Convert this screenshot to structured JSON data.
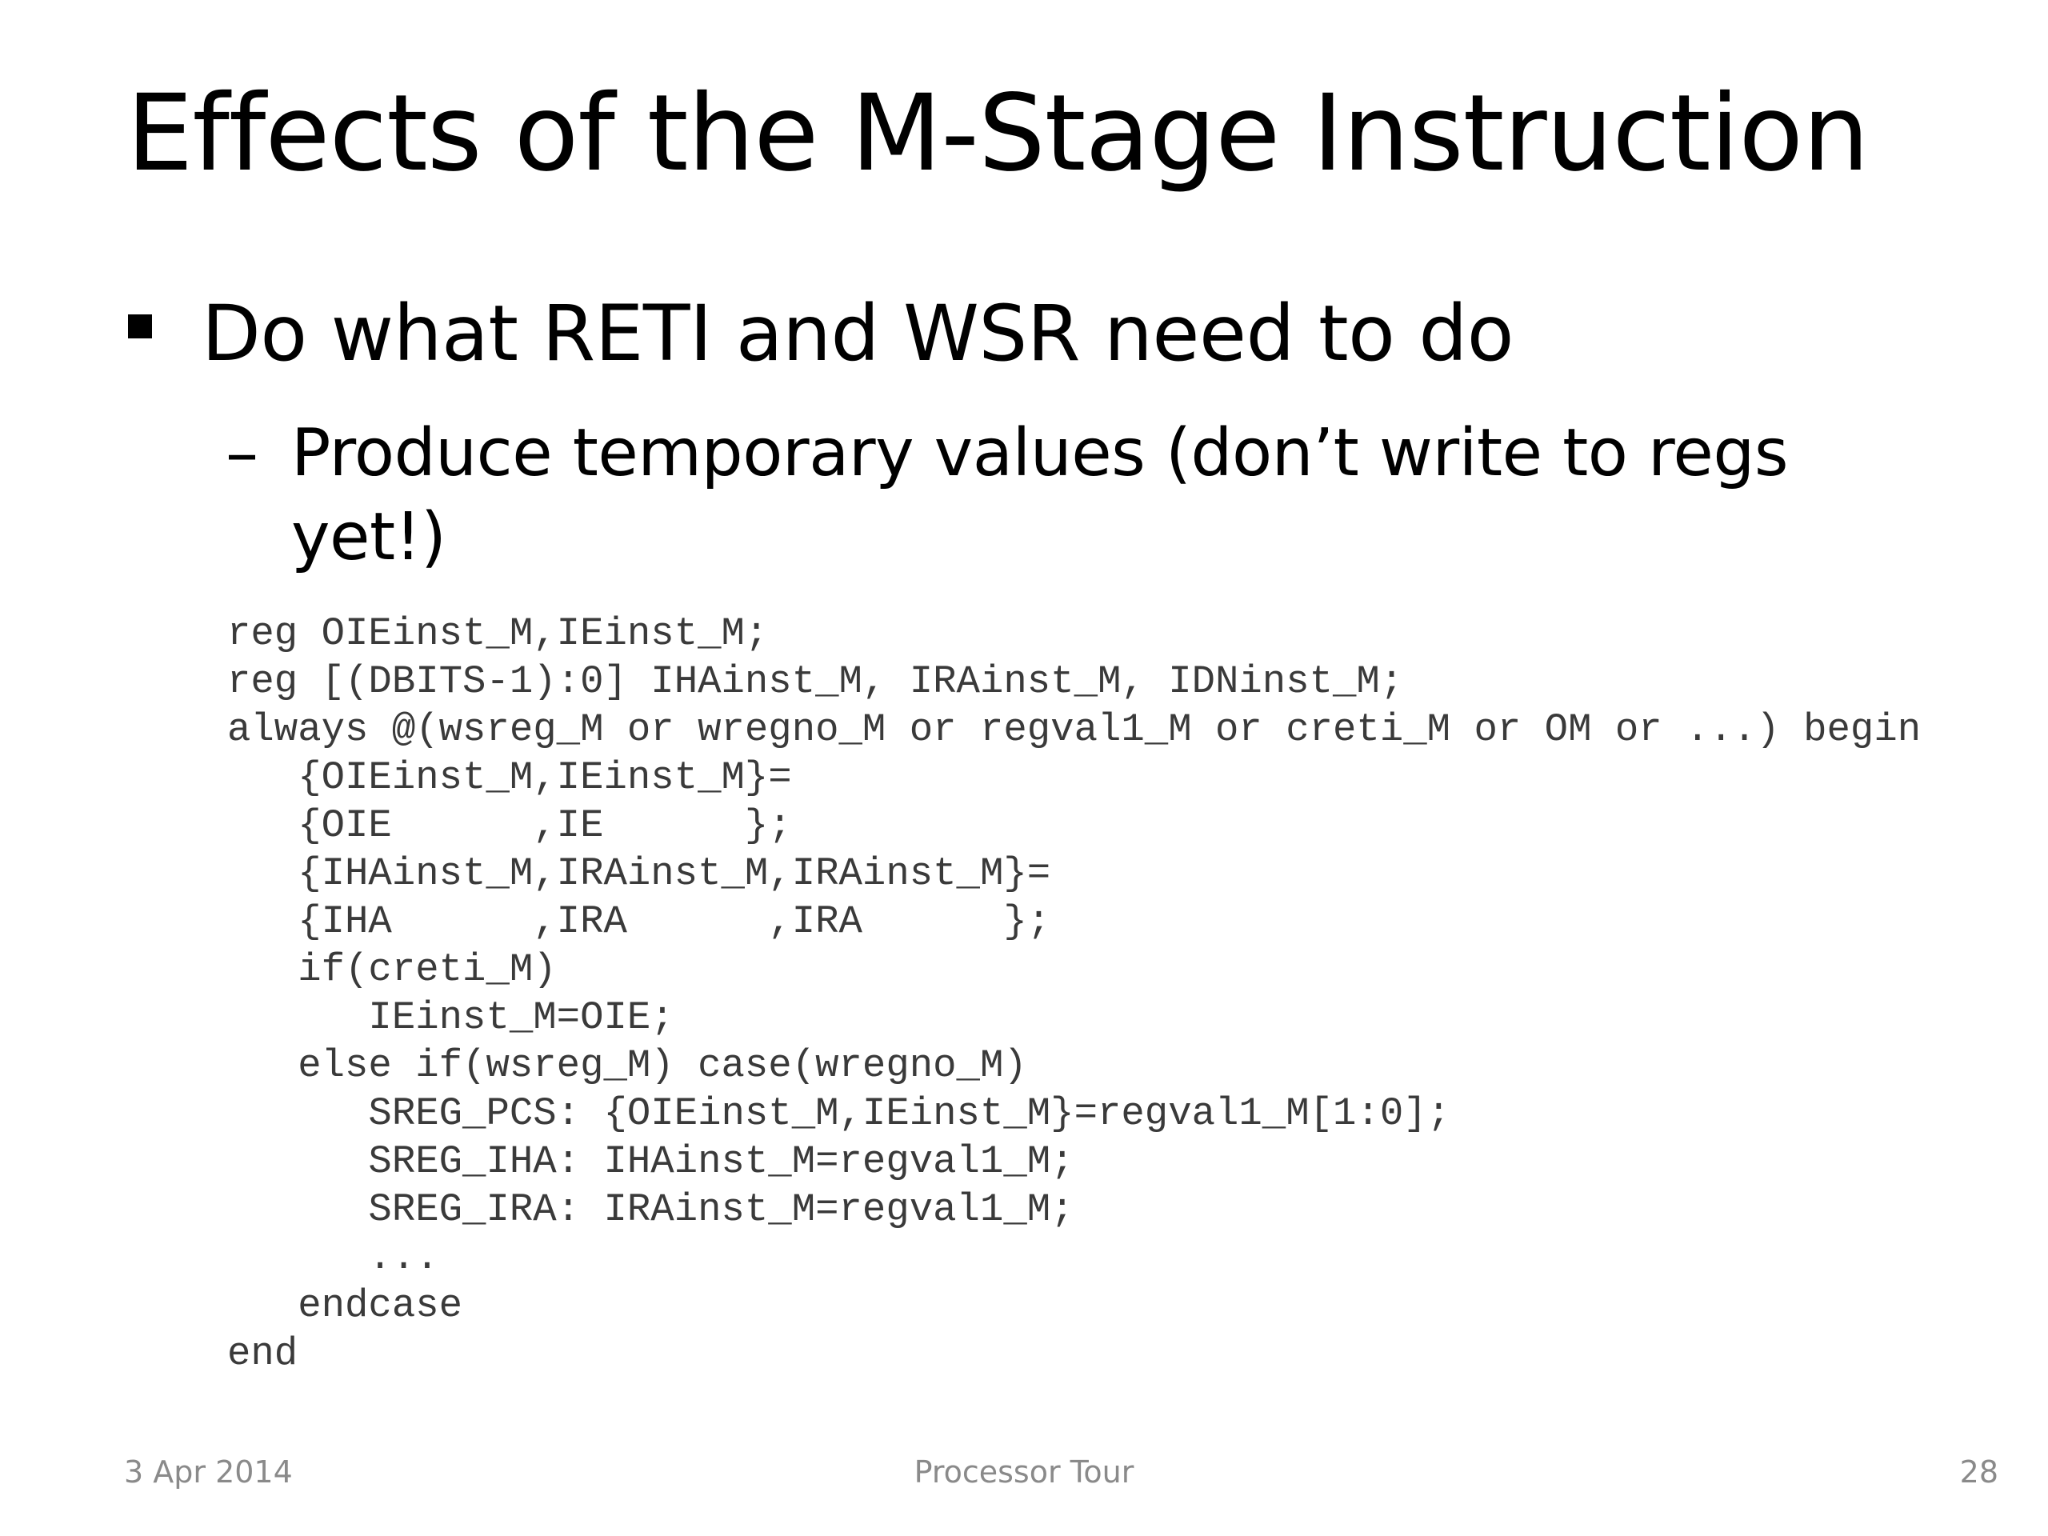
{
  "slide": {
    "title": "Effects of the M-Stage Instruction",
    "bullet": "Do what RETI and WSR need to do",
    "sub_bullet_dash": "–",
    "sub_bullet": "Produce temporary values (don’t write to regs yet!)"
  },
  "code": {
    "lines": [
      "reg OIEinst_M,IEinst_M;",
      "reg [(DBITS-1):0] IHAinst_M, IRAinst_M, IDNinst_M;",
      "always @(wsreg_M or wregno_M or regval1_M or creti_M or OM or ...) begin",
      "   {OIEinst_M,IEinst_M}=",
      "   {OIE      ,IE      };",
      "   {IHAinst_M,IRAinst_M,IRAinst_M}=",
      "   {IHA      ,IRA      ,IRA      };",
      "   if(creti_M)",
      "      IEinst_M=OIE;",
      "   else if(wsreg_M) case(wregno_M)",
      "      SREG_PCS: {OIEinst_M,IEinst_M}=regval1_M[1:0];",
      "      SREG_IHA: IHAinst_M=regval1_M;",
      "      SREG_IRA: IRAinst_M=regval1_M;",
      "      ...",
      "   endcase",
      "end"
    ]
  },
  "footer": {
    "date": "3 Apr 2014",
    "center": "Processor Tour",
    "page": "28"
  }
}
